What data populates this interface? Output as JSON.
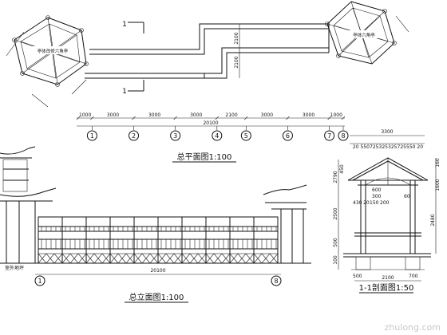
{
  "plan": {
    "title": "总平面图1:100",
    "left_pavilion_label": "亭体改修六角亭",
    "right_pavilion_label": "亭体六角亭",
    "section_mark": "1",
    "dims_top": [
      "1000",
      "3000",
      "3000",
      "3000",
      "2100",
      "3000",
      "3000",
      "1000"
    ],
    "dims_total": "20100",
    "dims_vertical": [
      "2100",
      "2100"
    ],
    "axes": [
      "1",
      "2",
      "3",
      "4",
      "5",
      "6",
      "7",
      "8"
    ]
  },
  "elevation": {
    "title": "总立面图1:100",
    "total": "20100",
    "ground_label": "室外地坪",
    "axes": [
      "1",
      "8"
    ]
  },
  "section": {
    "title": "1-1剖面图1:50",
    "top_width": "3300",
    "dims_top": [
      "20",
      "550",
      "725",
      "325",
      "325",
      "725",
      "550",
      "20"
    ],
    "heights_left": [
      "2790",
      "450",
      "2500",
      "500",
      "100"
    ],
    "heights_right": [
      "160",
      "1600",
      "2480"
    ],
    "bottom_dims": [
      "500",
      "700",
      "2100"
    ],
    "labels": [
      "600",
      "300",
      "430",
      "20",
      "150",
      "200",
      "60"
    ]
  },
  "watermark": "zhulong.com"
}
